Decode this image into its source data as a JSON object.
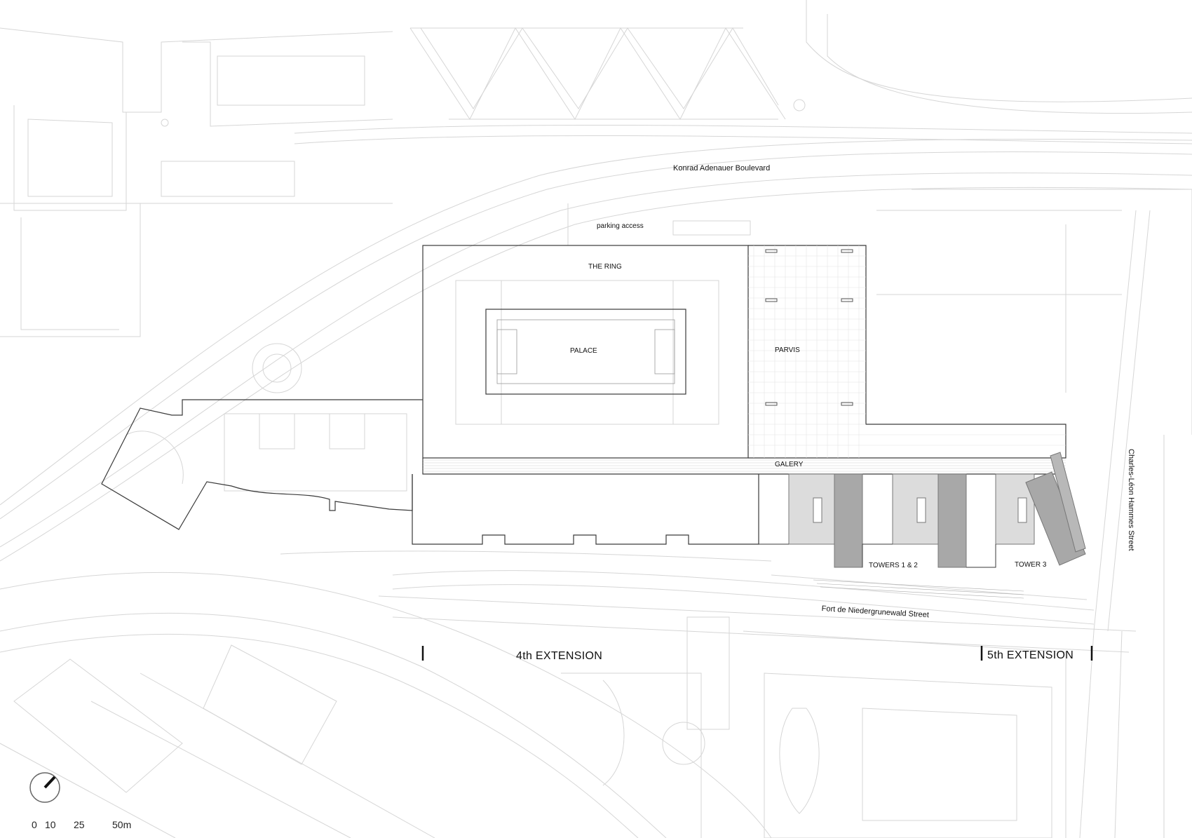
{
  "labels": {
    "boulevard": "Konrad Adenauer Boulevard",
    "parking": "parking access",
    "ring": "THE RING",
    "palace": "PALACE",
    "parvis": "PARVIS",
    "galery": "GALERY",
    "towers12": "TOWERS 1 & 2",
    "tower3": "TOWER 3",
    "fort_street": "Fort de Niedergrunewald Street",
    "hammes_street": "Charles-Léon Hammes Street",
    "ext4": "4th EXTENSION",
    "ext5": "5th EXTENSION"
  },
  "scale_bar": {
    "ticks": [
      "0",
      "10",
      "25",
      "50m"
    ]
  },
  "north_arrow": {
    "icon": "north-arrow-icon"
  },
  "colors": {
    "background": "#ffffff",
    "context_lines": "#d4d4d4",
    "building_outline": "#3a3a3a",
    "tower_light": "#dcdcdc",
    "tower_dark": "#a8a8a8"
  }
}
